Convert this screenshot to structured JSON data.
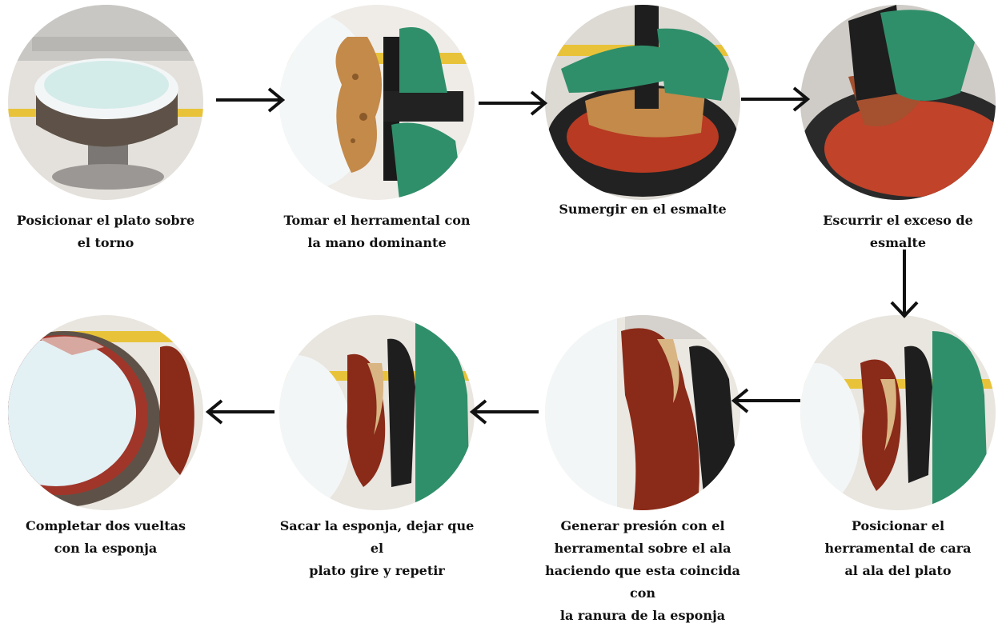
{
  "steps": [
    {
      "id": 1,
      "caption": [
        "Posicionar el plato sobre",
        "el torno"
      ],
      "photo": "plate-on-wheel"
    },
    {
      "id": 2,
      "caption": [
        "Tomar el herramental con",
        "la mano dominante"
      ],
      "photo": "hand-holds-tool"
    },
    {
      "id": 3,
      "caption": [
        "Sumergir en el esmalte"
      ],
      "photo": "dip-in-glaze"
    },
    {
      "id": 4,
      "caption": [
        "Escurrir el exceso de",
        "esmalte"
      ],
      "photo": "drain-excess"
    },
    {
      "id": 5,
      "caption": [
        "Posicionar el",
        "herramental de cara",
        "al ala del plato"
      ],
      "photo": "tool-facing-rim"
    },
    {
      "id": 6,
      "caption": [
        "Generar presión con el",
        "herramental sobre el ala",
        "haciendo que esta coincida con",
        "la ranura de la esponja"
      ],
      "photo": "press-sponge-closeup"
    },
    {
      "id": 7,
      "caption": [
        "Sacar la esponja, dejar que el",
        "plato gire y repetir"
      ],
      "photo": "remove-sponge"
    },
    {
      "id": 8,
      "caption": [
        "Completar dos vueltas",
        "con la esponja"
      ],
      "photo": "finished-rim"
    }
  ],
  "colors": {
    "glaze": "#b83a22",
    "sponge": "#c48a4a",
    "sponge_dark": "#8a2a18",
    "glove": "#2f8f6a",
    "plate": "#eef4f6",
    "floor": "#e9e5df",
    "arrow": "#111111"
  }
}
